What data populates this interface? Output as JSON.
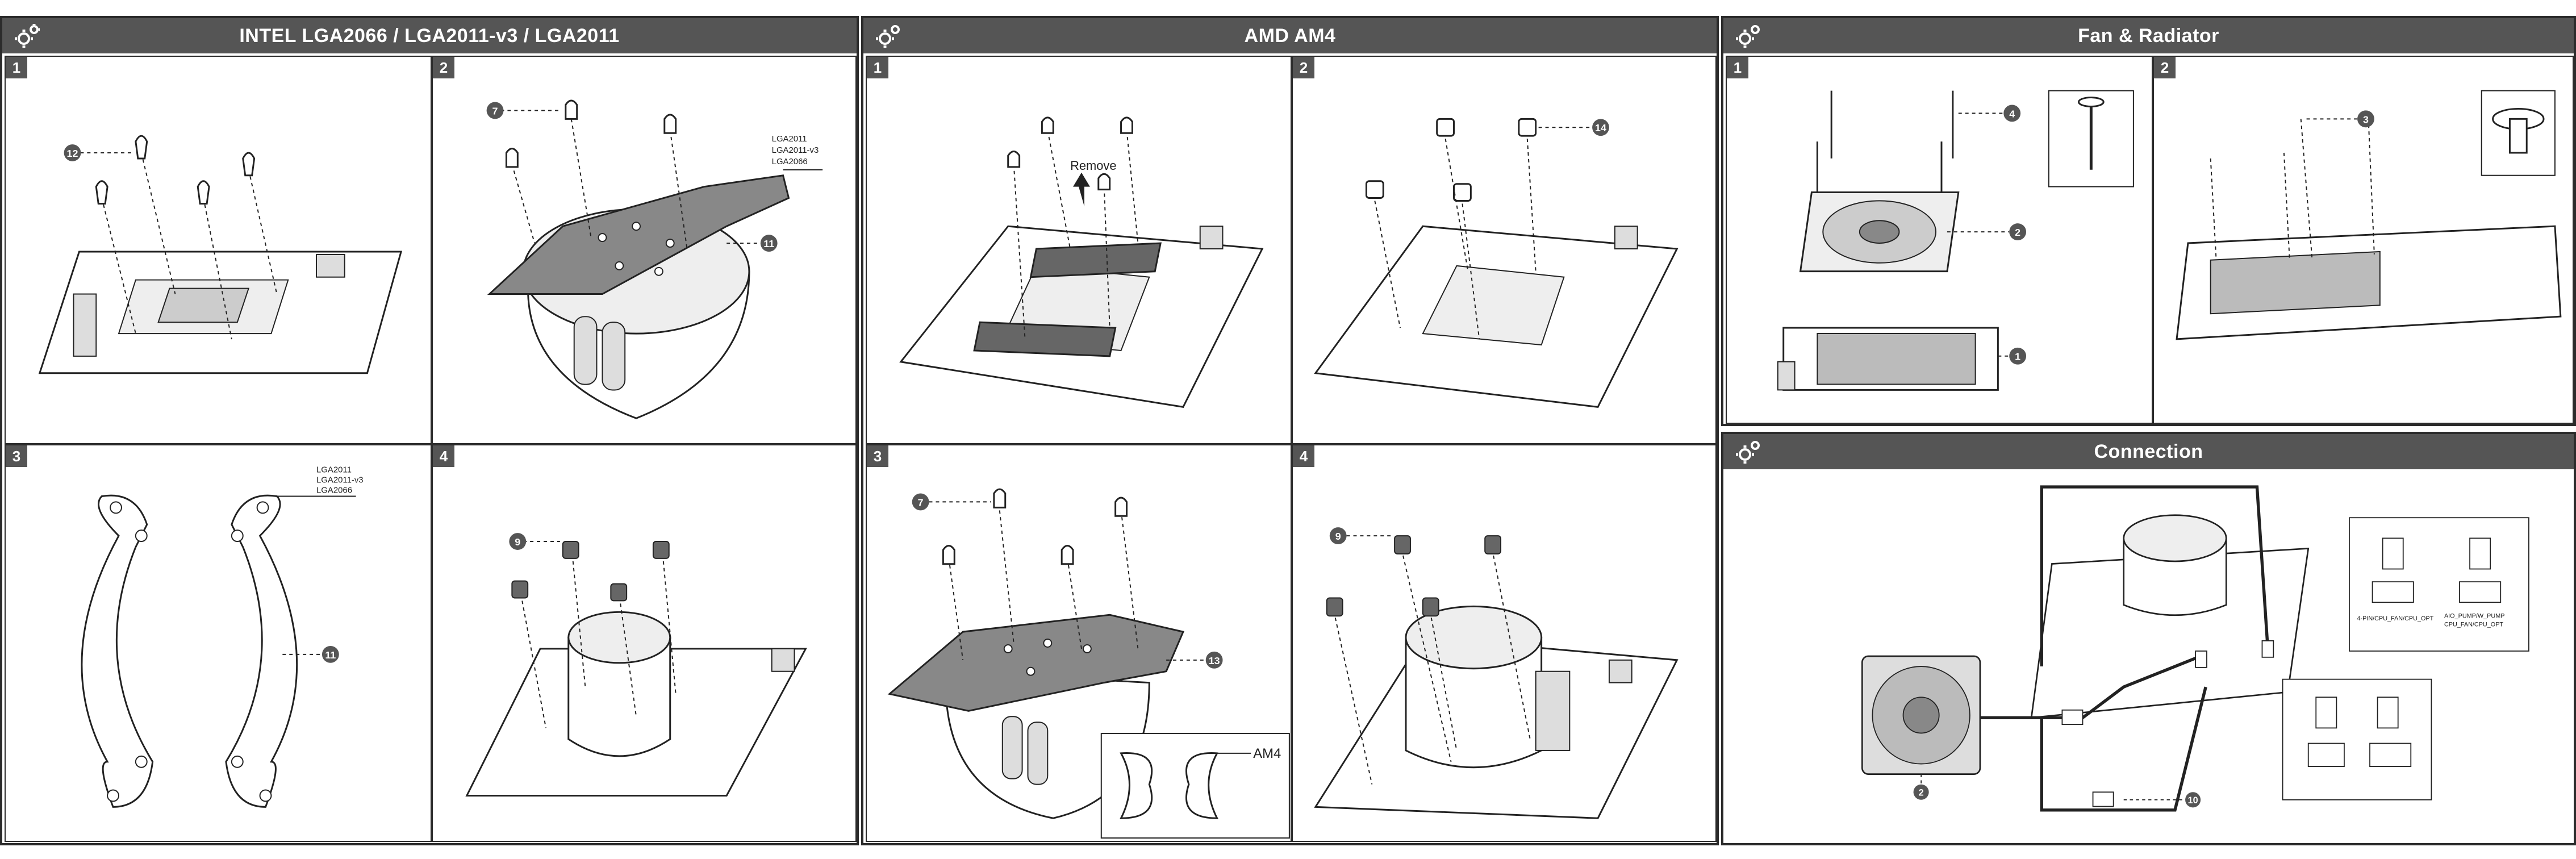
{
  "sections": {
    "intel": {
      "title": "INTEL   LGA2066 / LGA2011-v3 / LGA2011",
      "steps": [
        "1",
        "2",
        "3",
        "4"
      ],
      "callouts": {
        "s1": "12",
        "s2a": "7",
        "s2b": "11",
        "s3": "11",
        "s4": "9"
      },
      "socket_labels": [
        "LGA2011",
        "LGA2011-v3",
        "LGA2066"
      ]
    },
    "amd": {
      "title": "AMD   AM4",
      "steps": [
        "1",
        "2",
        "3",
        "4"
      ],
      "remove_label": "Remove",
      "callouts": {
        "s2": "14",
        "s3a": "7",
        "s3b": "13",
        "s4": "9"
      },
      "am4_label": "AM4"
    },
    "fan_radiator": {
      "title": "Fan & Radiator",
      "steps": [
        "1",
        "2"
      ],
      "callouts": {
        "s1a": "4",
        "s1b": "2",
        "s1c": "1",
        "s2": "3"
      }
    },
    "connection": {
      "title": "Connection",
      "callouts": {
        "fan": "2",
        "cable": "10"
      },
      "connector_labels": [
        "4-PIN/CPU_FAN/CPU_OPT",
        "AIO_PUMP/W_PUMP",
        "CPU_FAN/CPU_OPT"
      ]
    }
  },
  "colors": {
    "header_bg": "#555555",
    "border": "#2b2b2b",
    "callout_bg": "#555555"
  }
}
